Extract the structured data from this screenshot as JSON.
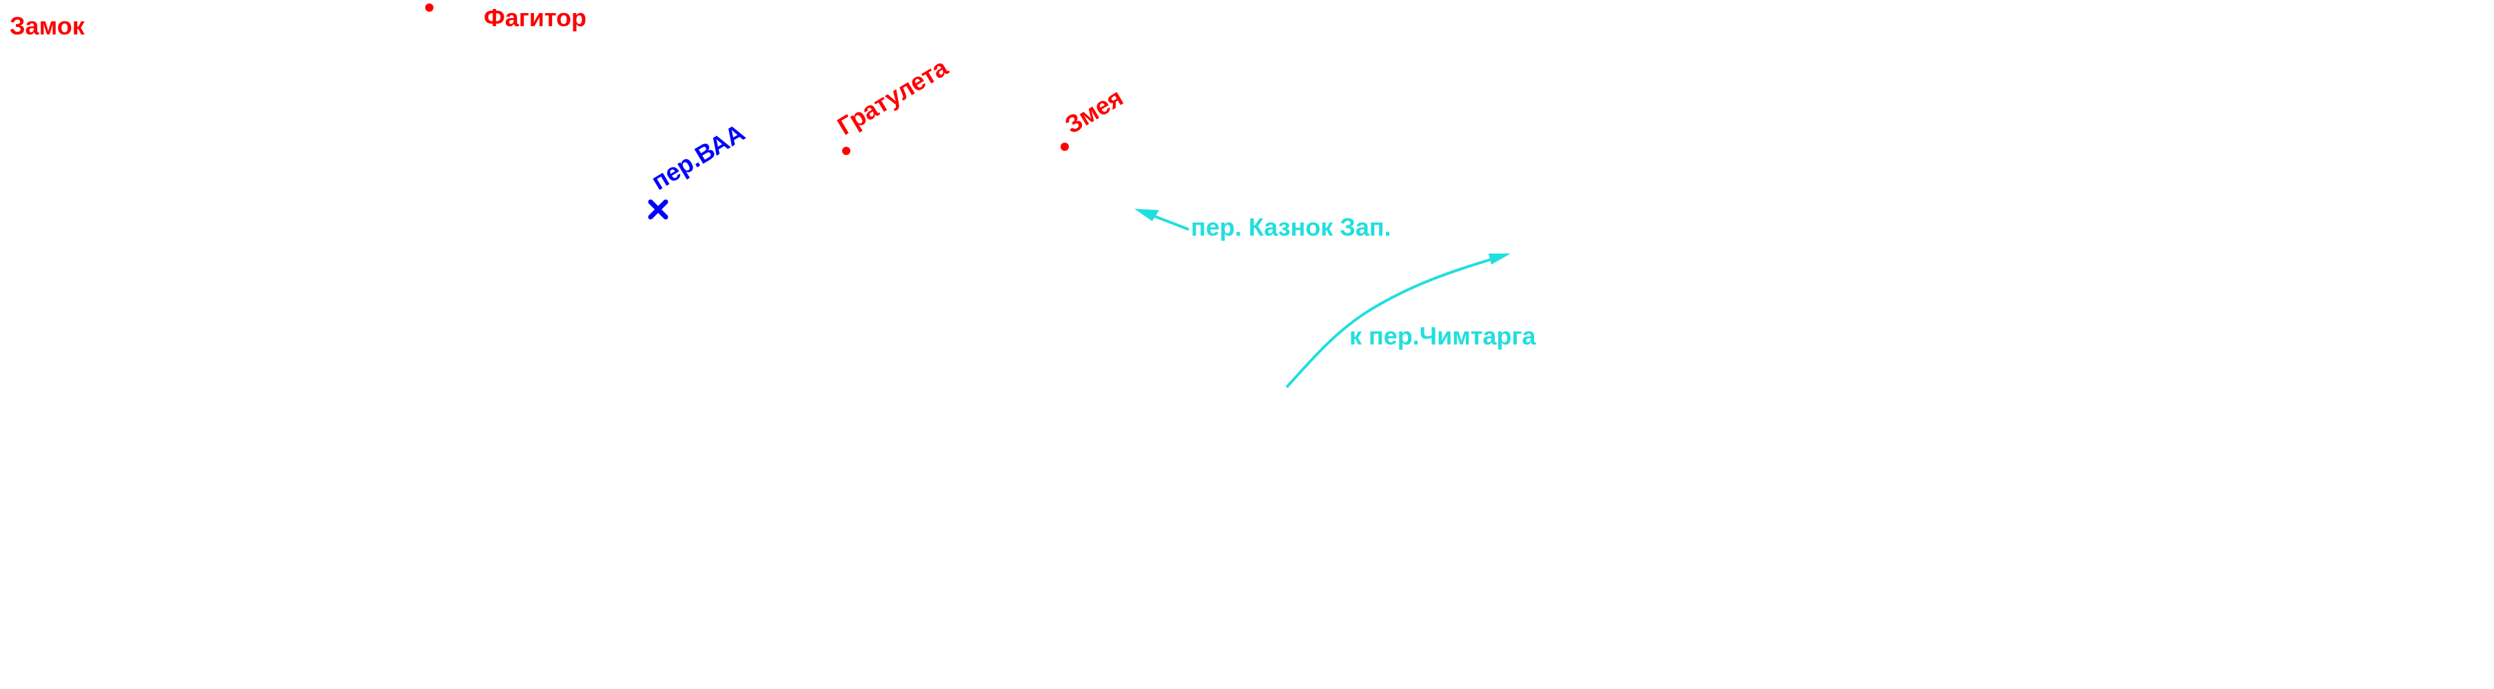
{
  "colors": {
    "peak": "#ff0000",
    "pass": "#0000ff",
    "route": "#22dede",
    "background": "#ffffff"
  },
  "peaks": [
    {
      "id": "zamok",
      "name": "Замок"
    },
    {
      "id": "fagitor",
      "name": "Фагитор"
    },
    {
      "id": "gratuleta",
      "name": "Гратулета"
    },
    {
      "id": "zmeya",
      "name": "Змея"
    }
  ],
  "passes": [
    {
      "id": "vaa",
      "name": "пер.ВАА",
      "marker": "cross-icon"
    }
  ],
  "routes": [
    {
      "id": "kaznok",
      "label": "пер. Казнок Зап.",
      "marker": "arrow-icon"
    },
    {
      "id": "chimtarga",
      "label": "к пер.Чимтарга",
      "marker": "arrow-icon"
    }
  ]
}
